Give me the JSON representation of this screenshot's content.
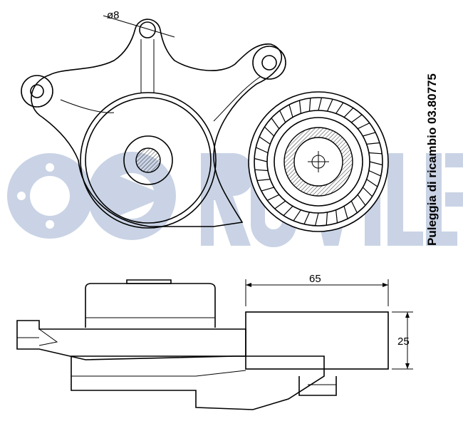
{
  "watermark": {
    "brand": "RUVILLE",
    "color": "#c9d3e5"
  },
  "labels": {
    "hole_diameter": "ø8",
    "pulley_width": "65",
    "pulley_height": "25",
    "spare_part_note": "Puleggia di ricambio 03.80775"
  }
}
